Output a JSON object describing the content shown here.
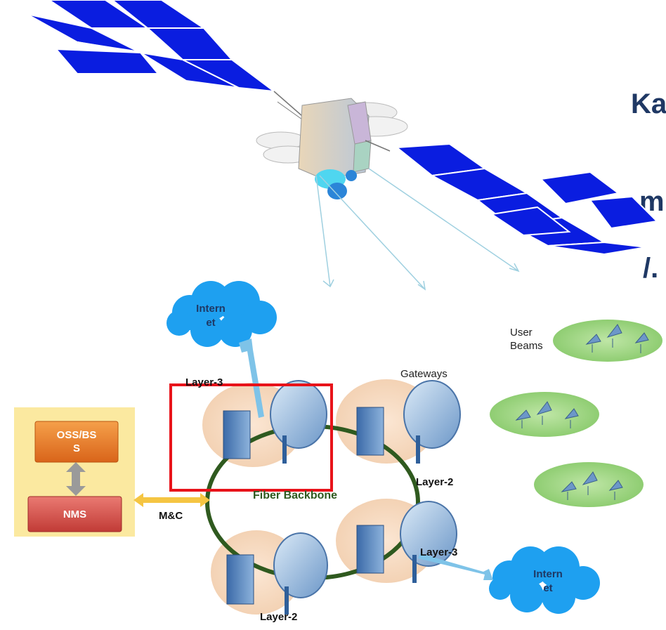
{
  "left_text": {
    "line1": "Ka",
    "line2": "m",
    "line3": "/.",
    "line4": "."
  },
  "clouds": {
    "top": {
      "line1": "Intern",
      "line2": "et"
    },
    "bottom": {
      "line1": "Intern",
      "line2": "et"
    }
  },
  "labels": {
    "layer3_top": "Layer-3",
    "gateways": "Gateways",
    "user_beams_line1": "User",
    "user_beams_line2": "Beams",
    "layer2_right": "Layer-2",
    "fiber_backbone": "Fiber Backbone",
    "mc": "M&C",
    "layer3_bottom": "Layer-3",
    "layer2_bottom": "Layer-2"
  },
  "nms_panel": {
    "oss_line1": "OSS/BS",
    "oss_line2": "S",
    "nms": "NMS"
  },
  "colors": {
    "solar_panel": "#0a1de0",
    "cloud": "#1ea0f0",
    "gateway_ellipse": "#f7dcc4",
    "user_beam_ellipse": "#a5d98a",
    "fiber_ring": "#2f5a1f",
    "highlight": "#e8131a",
    "nms_panel_bg": "#fbe9a0",
    "oss_box": "#f07b22",
    "nms_box": "#d9534f",
    "mc_arrow": "#f5c542",
    "link_arrow": "#7ec3e8"
  }
}
